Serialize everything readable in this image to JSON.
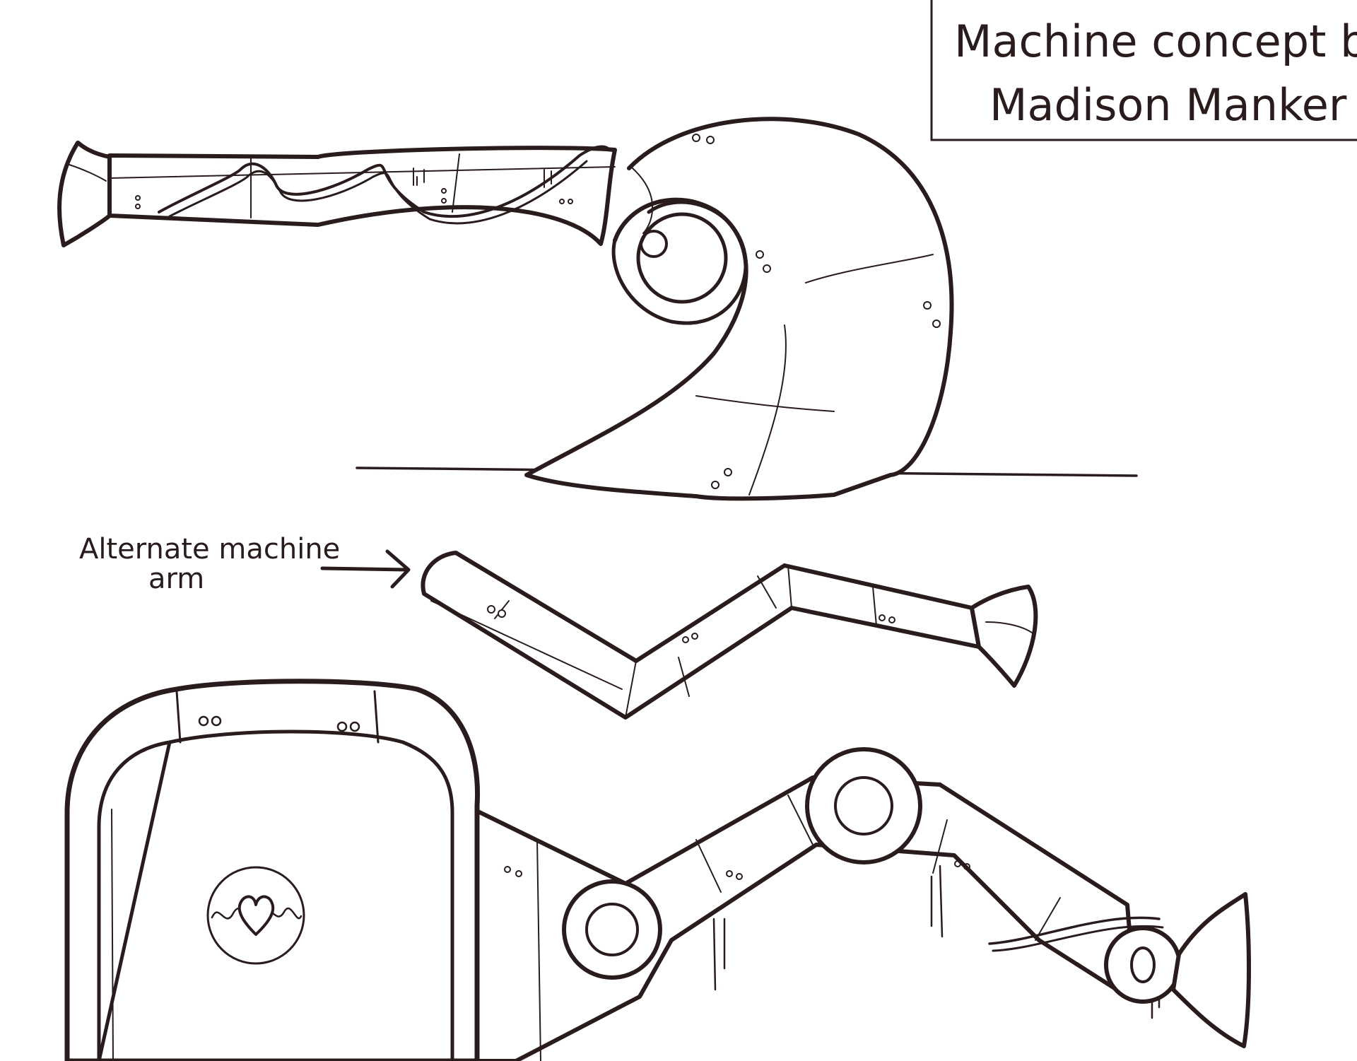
{
  "title_box": {
    "line1": "Machine concept by",
    "line2": "Madison Manker"
  },
  "annotation": {
    "line1": "Alternate machine",
    "line2": "arm"
  },
  "colors": {
    "ink": "#2a1c1c",
    "paper": "#ffffff"
  },
  "icons": [
    "heart-icon",
    "arrow-right-icon"
  ]
}
